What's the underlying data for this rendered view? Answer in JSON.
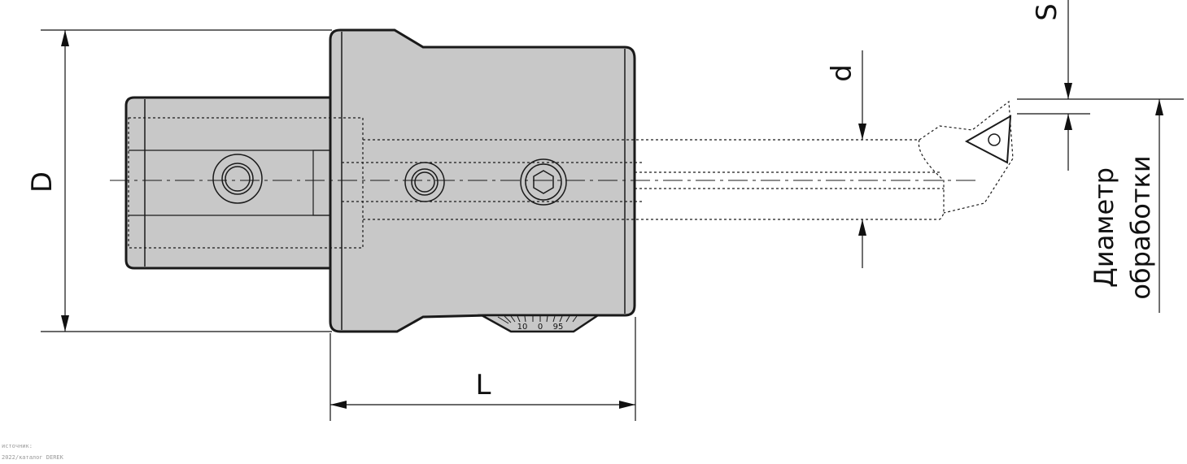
{
  "dimensions": {
    "D": "D",
    "L": "L",
    "d": "d",
    "S": "S",
    "machining_diameter_line1": "Диаметр",
    "machining_diameter_line2": "обработки"
  },
  "dial": {
    "left": "10",
    "center": "0",
    "right": "95"
  },
  "source": {
    "line1": "источник:",
    "line2": "2022/каталог DEREK"
  },
  "colors": {
    "body": "#c8c8c8",
    "outline": "#1a1a1a"
  }
}
